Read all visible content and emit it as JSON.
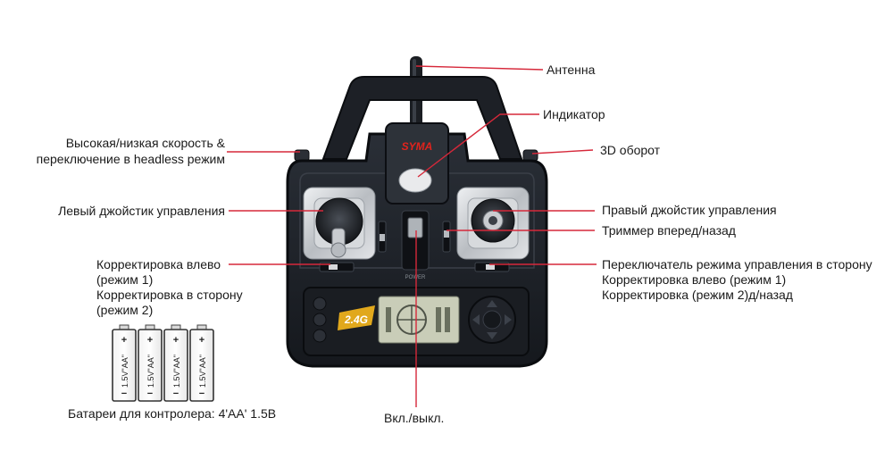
{
  "colors": {
    "leader": "#d6283a",
    "body": "#1e2229",
    "body_edge": "#0c0e12",
    "metal": "#c9ccd0",
    "lcd": "#c9cdb8",
    "accent_yellow": "#f2b51c",
    "logo_red": "#e0231d"
  },
  "device": {
    "brand": "SYMA",
    "band_badge": "2.4G",
    "power_text": "POWER"
  },
  "labels": {
    "antenna": "Антенна",
    "indicator": "Индикатор",
    "rotation_3d": "3D оборот",
    "speed_headless_line1": "Высокая/низкая скорость &",
    "speed_headless_line2": "переключение в headless режим",
    "left_stick": "Левый джойстик управления",
    "right_stick": "Правый джойстик управления",
    "trim_fwd_back": "Триммер вперед/назад",
    "left_trim_line1": "Корректировка влево",
    "left_trim_line2": "(режим 1)",
    "left_trim_line3": "Корректировка в сторону",
    "left_trim_line4": "(режим 2)",
    "right_switch_line1": "Переключатель режима управления в сторону",
    "right_switch_line2": "Корректировка влево (режим 1)",
    "right_switch_line3": "Корректировка (режим 2)д/назад",
    "power": "Вкл./выкл.",
    "batteries": "Батареи для контролера: 4'AA' 1.5В"
  },
  "batteries": {
    "count": 4,
    "label": "1.5V\"AA\"",
    "plus": "+",
    "minus": "−"
  }
}
